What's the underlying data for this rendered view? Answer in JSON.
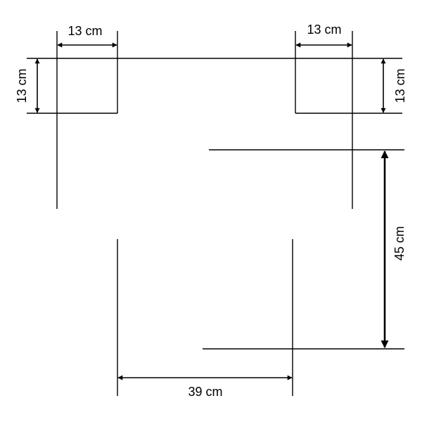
{
  "labels": {
    "top_left_width": "13 cm",
    "top_left_height": "13 cm",
    "top_right_width": "13 cm",
    "top_right_height": "13 cm",
    "height": "45 cm",
    "width": "39 cm"
  }
}
